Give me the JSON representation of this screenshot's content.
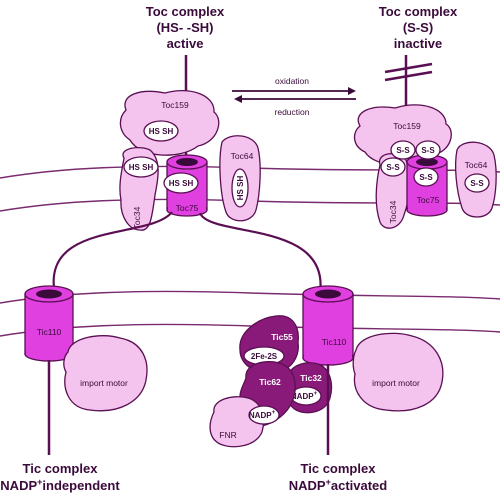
{
  "headers": {
    "toc_active": [
      "Toc complex",
      "(HS- -SH)",
      "active"
    ],
    "toc_inactive": [
      "Toc complex",
      "(S-S)",
      "inactive"
    ],
    "tic_left": [
      "Tic complex",
      "NADP",
      "+",
      "independent"
    ],
    "tic_right": [
      "Tic complex",
      "NADP",
      "+",
      "activated"
    ]
  },
  "arrows": {
    "forward": "oxidation",
    "reverse": "reduction"
  },
  "toc_left": {
    "toc159": "Toc159",
    "toc64": "Toc64",
    "toc34": "Toc34",
    "toc75": "Toc75",
    "thiols": [
      "HS SH",
      "HS SH",
      "HS SH",
      "HS SH"
    ]
  },
  "toc_right": {
    "toc159": "Toc159",
    "toc64": "Toc64",
    "toc34": "Toc34",
    "toc75": "Toc75",
    "disulfides": [
      "S-S",
      "S-S",
      "S-S",
      "S-S",
      "S-S"
    ]
  },
  "tic_left": {
    "tic110": "Tic110",
    "motor": "import motor"
  },
  "tic_right": {
    "tic110": "Tic110",
    "motor": "import motor",
    "tic55": "Tic55",
    "fe_s": "2Fe-2S",
    "tic62": "Tic62",
    "tic32": "Tic32",
    "nadp": "NADP",
    "nadp_plus": "+",
    "fnr": "FNR"
  },
  "colors": {
    "membrane": "#7a2a6e",
    "light_protein": "#f4c4ef",
    "magenta": "#e040e0",
    "dark_purple": "#8a1a7a",
    "line": "#5a0f52"
  }
}
